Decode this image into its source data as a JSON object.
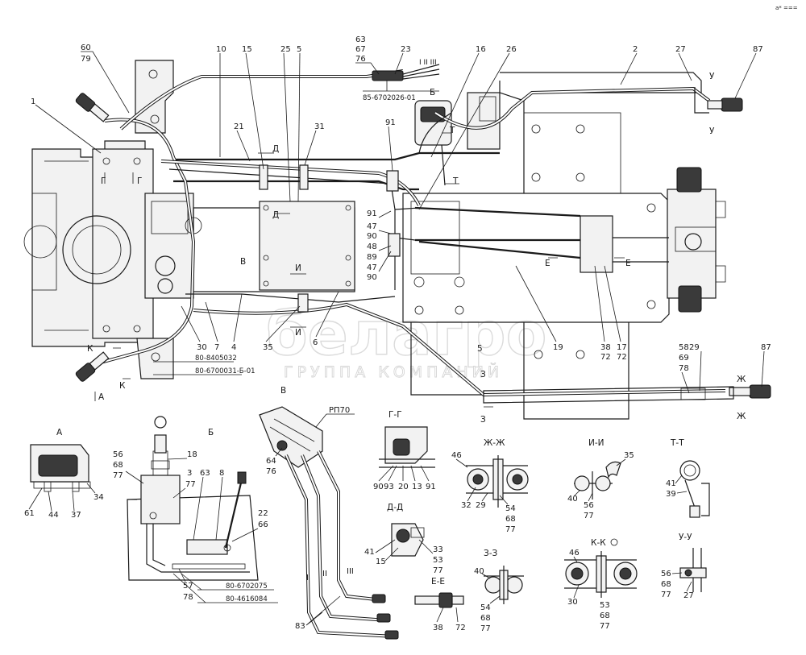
{
  "corner_mark": "a* ===",
  "watermark": {
    "logo_text": "белагро",
    "caption": "ГРУППА КОМПАНИЙ"
  },
  "doc_codes": {
    "c1": "85-6702026-01",
    "c2": "80-8405032",
    "c3": "80-6700031-Б-01",
    "c4": "80-6702075",
    "c5": "80-4616084"
  },
  "roman_labels": {
    "top": "I II III",
    "b1": "I",
    "b2": "II",
    "b3": "III"
  },
  "sections": {
    "A": "А",
    "B": "Б",
    "V": "В",
    "G": "Г-Г",
    "D": "Д-Д",
    "E": "Е-Е",
    "ZH": "Ж-Ж",
    "Z": "З-З",
    "I": "И-И",
    "K": "К-К",
    "T": "Т-Т",
    "U": "У-У",
    "rp": "РП70"
  },
  "main_callouts": {
    "n60": "60",
    "n79": "79",
    "n1": "1",
    "n10": "10",
    "n15": "15",
    "n25": "25",
    "n5": "5",
    "n63": "63",
    "n67": "67",
    "n76": "76",
    "n23": "23",
    "n16": "16",
    "n26": "26",
    "n2": "2",
    "n27": "27",
    "n87a": "87",
    "n21": "21",
    "n31": "31",
    "n91a": "91",
    "n91b": "91",
    "n47a": "47",
    "n90a": "90",
    "n48": "48",
    "n89": "89",
    "n47b": "47",
    "n90b": "90",
    "n30": "30",
    "n7": "7",
    "n4": "4",
    "n35": "35",
    "n6": "6",
    "n19": "19",
    "n38": "38",
    "n72a": "72",
    "n17": "17",
    "n72b": "72",
    "n58": "58",
    "n69": "69",
    "n78a": "78",
    "n29": "29",
    "n87b": "87"
  },
  "main_marks": {
    "B_tag": "Б",
    "D1": "Д",
    "D2": "Д",
    "T1": "Т",
    "T2": "Т",
    "Gam1": "Г",
    "Gam2": "Г",
    "V": "В",
    "I1": "И",
    "I2": "И",
    "E1": "Е",
    "E2": "Е",
    "Z1": "З",
    "Z2": "З",
    "K1": "К",
    "K2": "К",
    "A_tag": "А",
    "Zh1": "Ж",
    "Zh2": "Ж",
    "U1": "У",
    "U2": "У",
    "five": "5"
  },
  "view_callouts": {
    "a61": "61",
    "a44": "44",
    "a37": "37",
    "a34": "34",
    "b56": "56",
    "b68": "68",
    "b77a": "77",
    "b18": "18",
    "b3": "3",
    "b77b": "77",
    "b63": "63",
    "b8": "8",
    "b22": "22",
    "b66": "66",
    "b57": "57",
    "b78": "78",
    "v64": "64",
    "v76": "76",
    "v83": "83",
    "g90": "90",
    "g93": "93",
    "g20": "20",
    "g13": "13",
    "g91": "91",
    "d41": "41",
    "d15": "15",
    "d33": "33",
    "d53": "53",
    "d77": "77",
    "e38": "38",
    "e72": "72",
    "zh46": "46",
    "zh32": "32",
    "zh29": "29",
    "zh54": "54",
    "zh68": "68",
    "zh77": "77",
    "z40": "40",
    "z54": "54",
    "z68": "68",
    "z77": "77",
    "i35": "35",
    "i40": "40",
    "i56": "56",
    "i77": "77",
    "k46": "46",
    "k30": "30",
    "k53": "53",
    "k68": "68",
    "k77": "77",
    "t41": "41",
    "t39": "39",
    "u56": "56",
    "u68": "68",
    "u77": "77",
    "u27": "27"
  }
}
